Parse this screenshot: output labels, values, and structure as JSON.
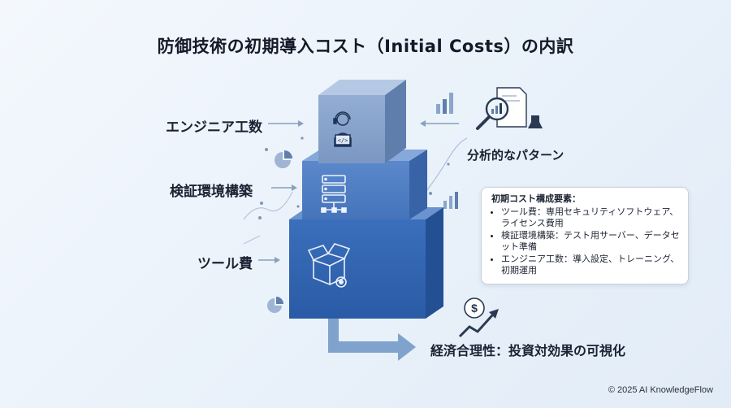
{
  "title": "防御技術の初期導入コスト（Initial Costs）の内訳",
  "layers": {
    "top": {
      "label": "エンジニア工数",
      "icon": "engineer-headset-icon"
    },
    "middle": {
      "label": "検証環境構築",
      "icon": "server-network-icon"
    },
    "bottom": {
      "label": "ツール費",
      "icon": "box-gear-icon"
    }
  },
  "analysis": {
    "label": "分析的なパターン",
    "icon": "magnifier-document-icon"
  },
  "breakdown": {
    "title": "初期コスト構成要素：",
    "items": [
      "ツール費：専用セキュリティソフトウェア、ライセンス費用",
      "検証環境構築：テスト用サーバー、データセット準備",
      "エンジニア工数：導入設定、トレーニング、初期運用"
    ]
  },
  "outcome": {
    "label": "経済合理性：投資対効果の可視化",
    "icon": "dollar-growth-icon"
  },
  "footer": "© 2025 AI KnowledgeFlow",
  "colors": {
    "top_front": "#7f9cc6",
    "top_side": "#5f7eab",
    "middle_front": "#4f7dc2",
    "middle_side": "#3863a6",
    "bottom_front": "#3266b1",
    "bottom_side": "#234f93",
    "arrow": "#7fa3cc"
  }
}
